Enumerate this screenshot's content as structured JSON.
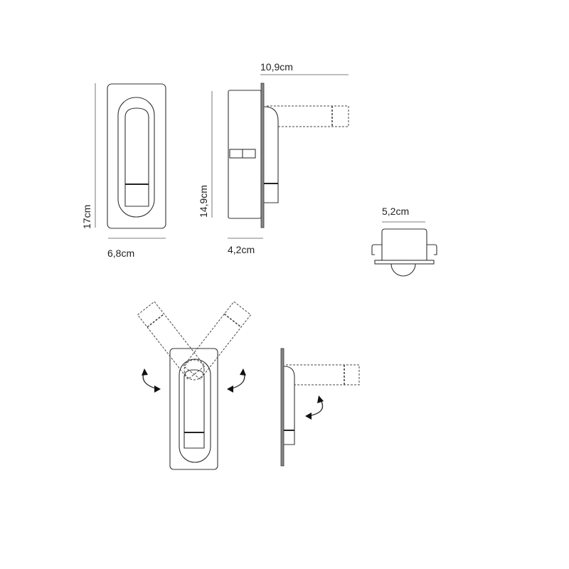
{
  "dimensions": {
    "height_front": "17cm",
    "width_front": "6,8cm",
    "height_side": "14,9cm",
    "depth_side": "4,2cm",
    "arm_length": "10,9cm",
    "recess_width": "5,2cm"
  },
  "colors": {
    "line": "#333333",
    "background": "#ffffff"
  }
}
